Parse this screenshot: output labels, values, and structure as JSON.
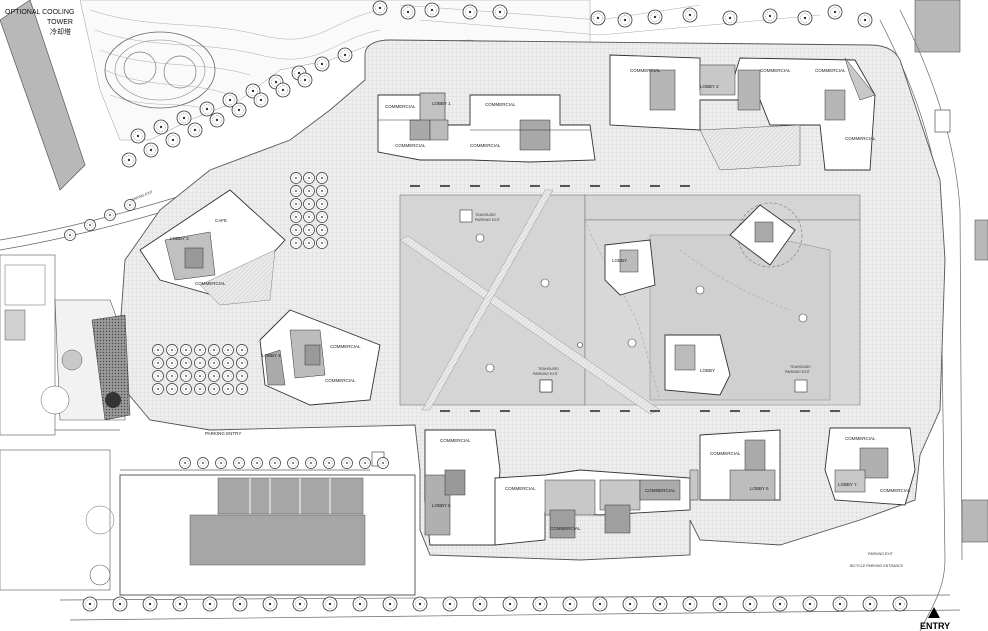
{
  "cooling_tower": {
    "line1": "OPTIONAL COOLING",
    "line2": "TOWER",
    "line3": "冷却塔"
  },
  "entry_label": "ENTRY",
  "labels": {
    "commercial": "COMMERCIAL",
    "cafe": "CAFE",
    "lobby": "LOBBY",
    "lobby_1": "LOBBY 1",
    "lobby_2": "LOBBY 2",
    "lobby_3": "LOBBY 3",
    "lobby_4": "LOBBY 4",
    "lobby_5": "LOBBY 5",
    "lobby_6": "LOBBY 6",
    "lobby_7": "LOBBY 7",
    "teahouse_north": "TEAHOUSE/",
    "parking_exit": "PARKING EXIT",
    "teahouse_west": "TEAHOUSE/",
    "teahouse_east": "TEAHOUSE/",
    "parking_entry": "PARKING ENTRY",
    "parking_exit_se": "PARKING EXIT",
    "bicycle_entrance": "BICYCLE PARKING ENTRANCE",
    "parking_exit_west": "PARKING EXIT"
  },
  "colors": {
    "building": "#c8c8c8",
    "plaza": "#d9d9d9",
    "paving": "#ededed",
    "line": "#555555",
    "dark": "#8a8a8a"
  }
}
